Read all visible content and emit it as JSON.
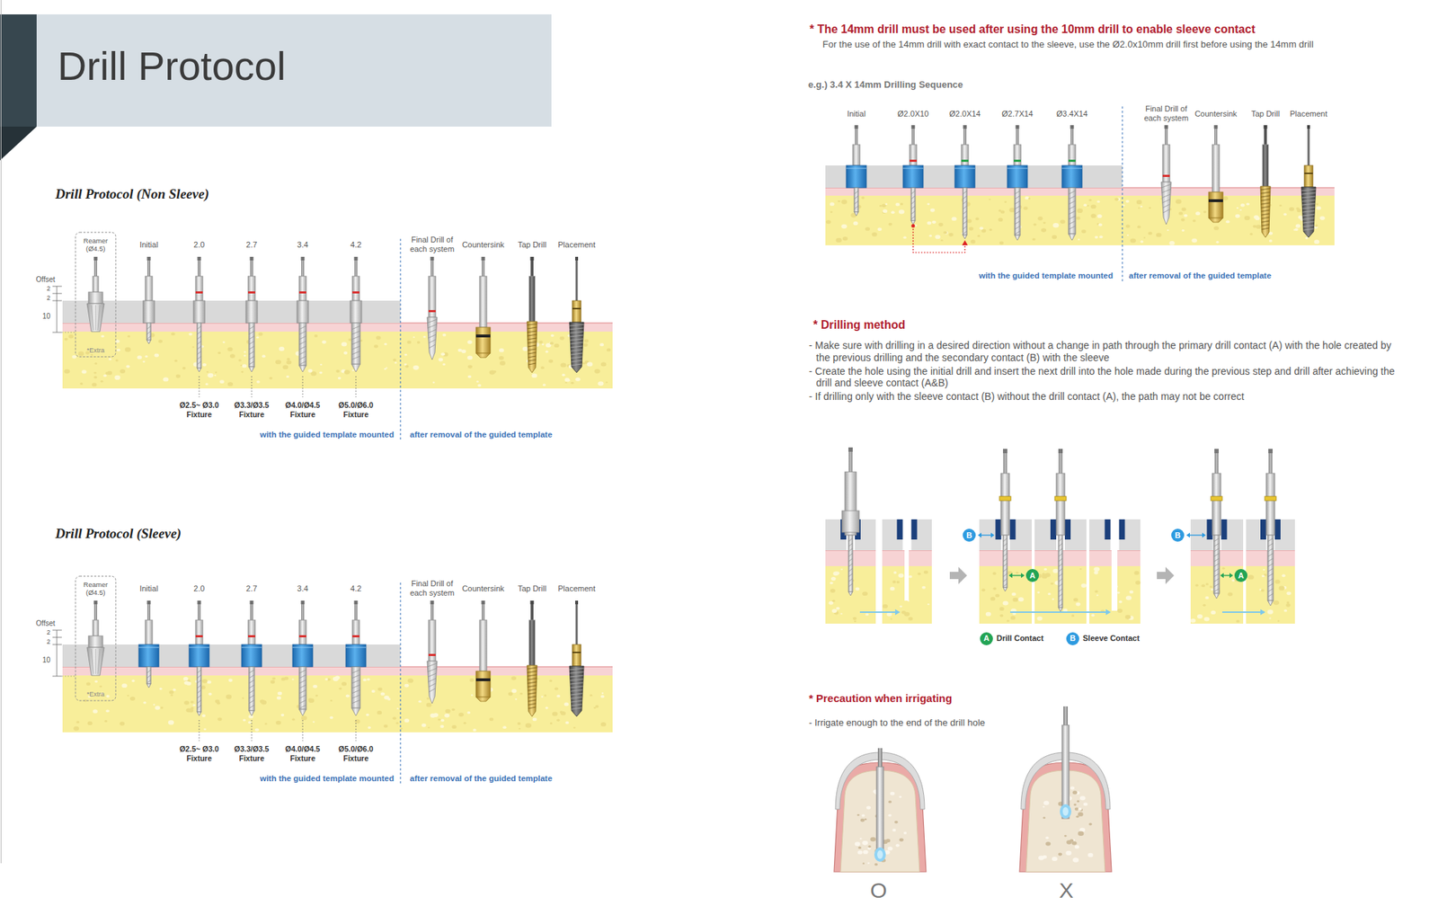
{
  "diagram": {
    "title": "Drill Protocol",
    "nodes": [
      {
        "text": [
          "B"
        ]
      },
      {
        "text": [
          "A"
        ]
      },
      {
        "text": [
          "B"
        ]
      },
      {
        "text": [
          "A"
        ]
      }
    ],
    "labels": [
      "Drill Protocol (Non Sleeve)",
      "Reamer (Ø4.5)",
      "Initial",
      "2.0",
      "2.7",
      "3.4",
      "4.2",
      "Final Drill of each system",
      "Countersink",
      "Tap Drill",
      "Placement",
      "Offset",
      "2",
      "2",
      "10",
      "*Extra",
      "Ø2.5~ Ø3.0 Fixture",
      "Ø3.3/Ø3.5 Fixture",
      "Ø4.0/Ø4.5 Fixture",
      "Ø5.0/Ø6.0 Fixture",
      "with the guided template mounted",
      "after removal of the guided template",
      "Drill Protocol (Sleeve)",
      "Reamer (Ø4.5)",
      "Initial",
      "2.0",
      "2.7",
      "3.4",
      "4.2",
      "Final Drill of each system",
      "Countersink",
      "Tap Drill",
      "Placement",
      "Offset",
      "2",
      "2",
      "10",
      "*Extra",
      "Ø2.5~ Ø3.0 Fixture",
      "Ø3.3/Ø3.5 Fixture",
      "Ø4.0/Ø4.5 Fixture",
      "Ø5.0/Ø6.0 Fixture",
      "with the guided template mounted",
      "after removal of the guided template",
      "* The 14mm drill must be used after using the 10mm drill to enable sleeve contact",
      "For the use of the 14mm drill with exact contact to the sleeve, use the Ø2.0x10mm drill first before using the 14mm drill",
      "e.g.) 3.4 X 14mm Drilling Sequence",
      "Initial",
      "Ø2.0X10",
      "Ø2.0X14",
      "Ø2.7X14",
      "Ø3.4X14",
      "Final Drill of each system",
      "Countersink",
      "Tap Drill",
      "Placement",
      "with the guided template mounted",
      "after removal of the guided template",
      "* Drilling method",
      "- Make sure with drilling in a desired direction without a change in path through the primary drill contact (A) with the hole created by the previous drilling and the secondary contact (B) with the sleeve",
      "- Create the hole using the initial drill and insert the next drill into the hole made during the previous step and drill after achieving the drill and sleeve contact (A&B)",
      "- If drilling only with the sleeve contact (B) without the drill contact (A), the path may not be correct",
      "A",
      "B",
      "* Precaution when irrigating",
      "- Irrigate enough to the end of the drill hole",
      "O",
      "X"
    ],
    "legend": [
      {
        "text": "Drill Contact",
        "color": "#23a455"
      },
      {
        "text": "Sleeve Contact",
        "color": "#2e9be0"
      }
    ]
  }
}
